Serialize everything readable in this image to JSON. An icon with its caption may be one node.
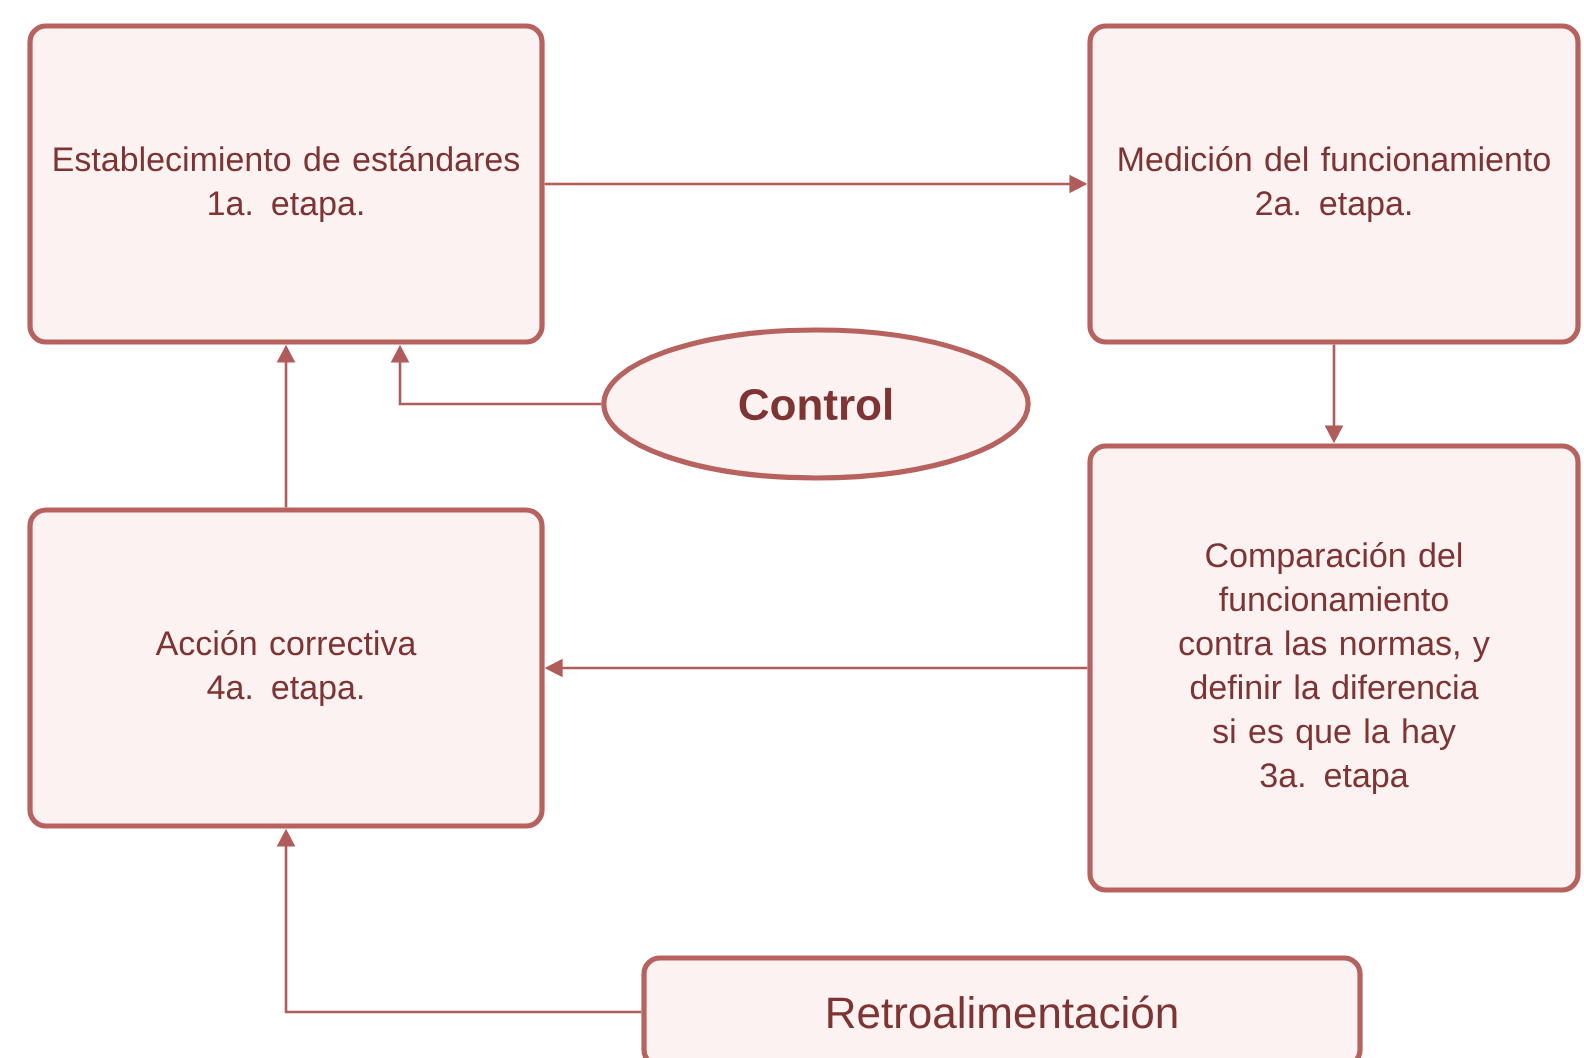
{
  "diagram": {
    "nodes": [
      {
        "text": [
          "Establecimiento de estándares",
          "1a. etapa."
        ]
      },
      {
        "text": [
          "Medición del funcionamiento",
          "2a. etapa."
        ]
      },
      {
        "text": [
          "Control"
        ]
      },
      {
        "text": [
          "Acción correctiva",
          "4a. etapa."
        ]
      },
      {
        "text": [
          "Comparación del funcionamiento contra las normas, y definir la diferencia si es que la hay",
          "3a. etapa"
        ]
      },
      {
        "text": [
          "Retroalimentación"
        ]
      }
    ],
    "edges": [
      {
        "from": 0,
        "to": 1,
        "arrow": "to"
      },
      {
        "from": 1,
        "to": 4,
        "arrow": "to"
      },
      {
        "from": 4,
        "to": 3,
        "arrow": "to"
      },
      {
        "from": 3,
        "to": 0,
        "arrow": "to"
      },
      {
        "from": 2,
        "to": 0,
        "arrow": "to"
      },
      {
        "from": 5,
        "to": 3,
        "arrow": "to"
      }
    ]
  }
}
